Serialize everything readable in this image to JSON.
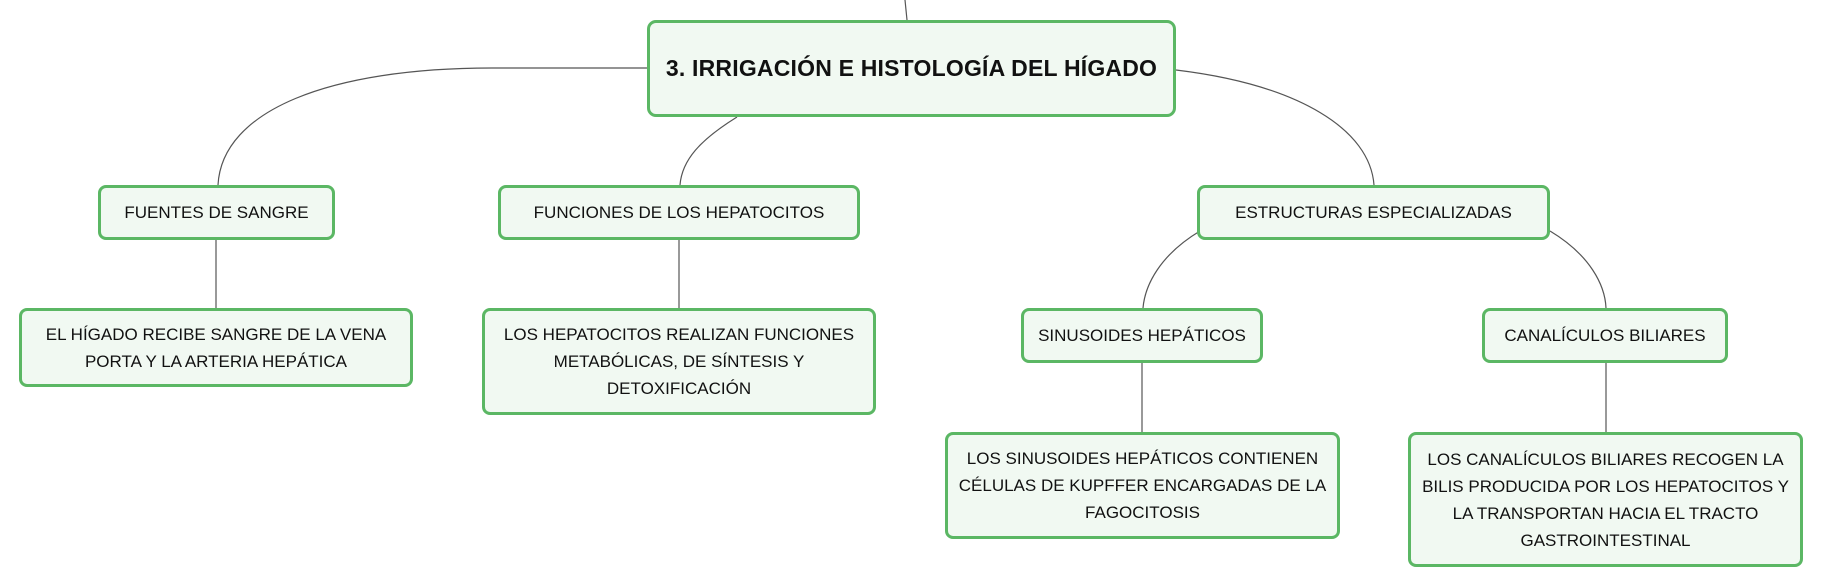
{
  "root": {
    "label": "3. IRRIGACIÓN E HISTOLOGÍA DEL HÍGADO"
  },
  "branches": {
    "fuentes": {
      "label": "FUENTES DE SANGRE",
      "detail": "EL HÍGADO RECIBE SANGRE DE LA VENA PORTA Y LA ARTERIA HEPÁTICA"
    },
    "funciones": {
      "label": "FUNCIONES DE LOS HEPATOCITOS",
      "detail": "LOS HEPATOCITOS REALIZAN FUNCIONES METABÓLICAS, DE SÍNTESIS Y DETOXIFICACIÓN"
    },
    "estructuras": {
      "label": "ESTRUCTURAS ESPECIALIZADAS",
      "sinusoides": {
        "label": "SINUSOIDES HEPÁTICOS",
        "detail": "LOS SINUSOIDES HEPÁTICOS CONTIENEN CÉLULAS DE KUPFFER ENCARGADAS DE LA FAGOCITOSIS"
      },
      "canaliculos": {
        "label": "CANALÍCULOS BILIARES",
        "detail": "LOS CANALÍCULOS BILIARES RECOGEN LA BILIS PRODUCIDA POR LOS HEPATOCITOS Y LA TRANSPORTAN HACIA EL TRACTO GASTROINTESTINAL"
      }
    }
  },
  "colors": {
    "node_border": "#5bb764",
    "node_fill": "#f1f9f2",
    "connector": "#555555",
    "text": "#111111"
  }
}
